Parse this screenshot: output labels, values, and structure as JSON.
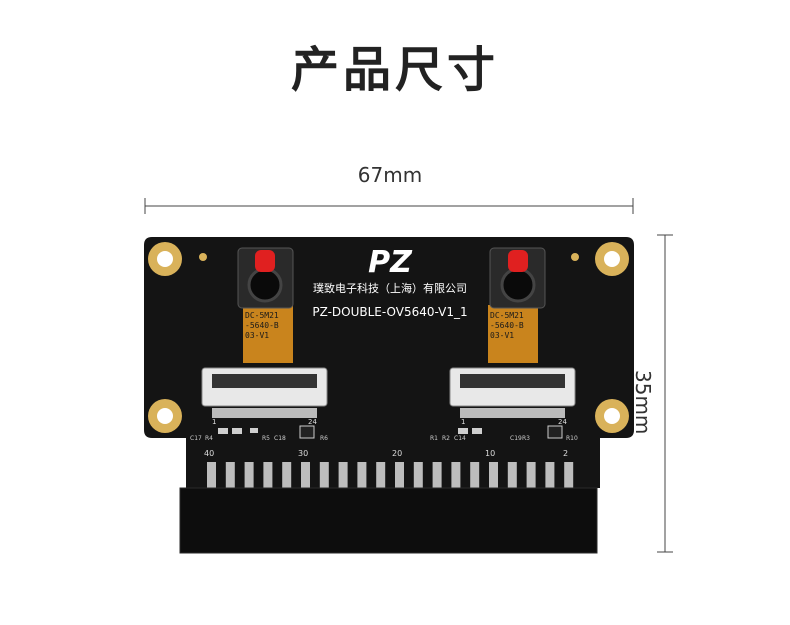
{
  "title": "产品尺寸",
  "dimensions": {
    "width_label": "67mm",
    "height_label": "35mm"
  },
  "board": {
    "logo": "PZ",
    "company": "璞致电子科技（上海）有限公司",
    "model": "PZ-DOUBLE-OV5640-V1_1",
    "camera_label_left": [
      "DC-5M21",
      "-5640-B",
      "03-V1"
    ],
    "camera_label_right": [
      "DC-5M21",
      "-5640-B",
      "03-V1"
    ],
    "pin_numbers": [
      "40",
      "30",
      "20",
      "10",
      "2"
    ],
    "small_numbers": [
      "24",
      "1",
      "24",
      "1"
    ],
    "component_labels": [
      "C17",
      "R4",
      "R5",
      "C18",
      "R6",
      "R1",
      "R2",
      "C19",
      "R3",
      "R10",
      "C14"
    ]
  },
  "colors": {
    "pcb": "#141414",
    "gold": "#d9b25a",
    "flex": "#c9841d",
    "red": "#e02020"
  }
}
